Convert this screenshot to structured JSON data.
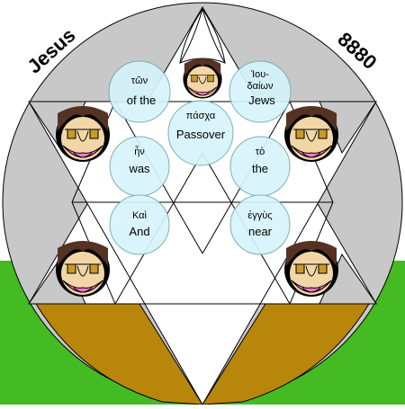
{
  "corner_labels": {
    "left": "Jesus",
    "right": "8880"
  },
  "words": [
    {
      "id": "ton",
      "greek": "τῶν",
      "english": "of the"
    },
    {
      "id": "ioudaion",
      "greek": "Ἰου-",
      "greek2": "δαίων",
      "english": "Jews"
    },
    {
      "id": "pascha",
      "greek": "πάσχα",
      "english": "Passover"
    },
    {
      "id": "en",
      "greek": "ἦν",
      "english": "was"
    },
    {
      "id": "to",
      "greek": "τὸ",
      "english": "the"
    },
    {
      "id": "kai",
      "greek": "Καὶ",
      "english": "And"
    },
    {
      "id": "engys",
      "greek": "ἐγγὺς",
      "english": "near"
    }
  ],
  "colors": {
    "circle_fill": "#c8c8c8",
    "grass": "#44bb22",
    "ground": "#b8860b",
    "bubble": "#d6f4fb",
    "skin": "#f2d6a6",
    "hair": "#553322",
    "beard_pink": "#ff77cc",
    "eye": "#c89a2a"
  }
}
